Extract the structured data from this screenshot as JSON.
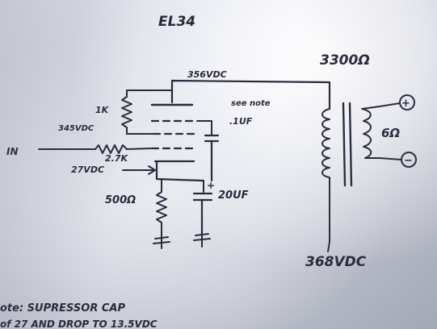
{
  "title": "EL34",
  "labels": {
    "plate_voltage": "356VDC",
    "primary_impedance": "3300Ω",
    "screen_voltage": "345VDC",
    "screen_resistor": "1K",
    "grid_resistor": "2.7K",
    "input": "IN",
    "cathode_voltage": "27VDC",
    "cathode_resistor": "500Ω",
    "see_note": "see note",
    "coupling_cap": ".1UF",
    "cathode_cap": "20UF",
    "cap_plus": "+",
    "speaker_impedance": "6Ω",
    "speaker_plus": "+",
    "speaker_minus": "−",
    "supply_voltage": "368VDC"
  },
  "note": {
    "line1": "ote:  SUPRESSOR CAP",
    "line2": "of 27 AND DROP TO 13.5VDC"
  }
}
